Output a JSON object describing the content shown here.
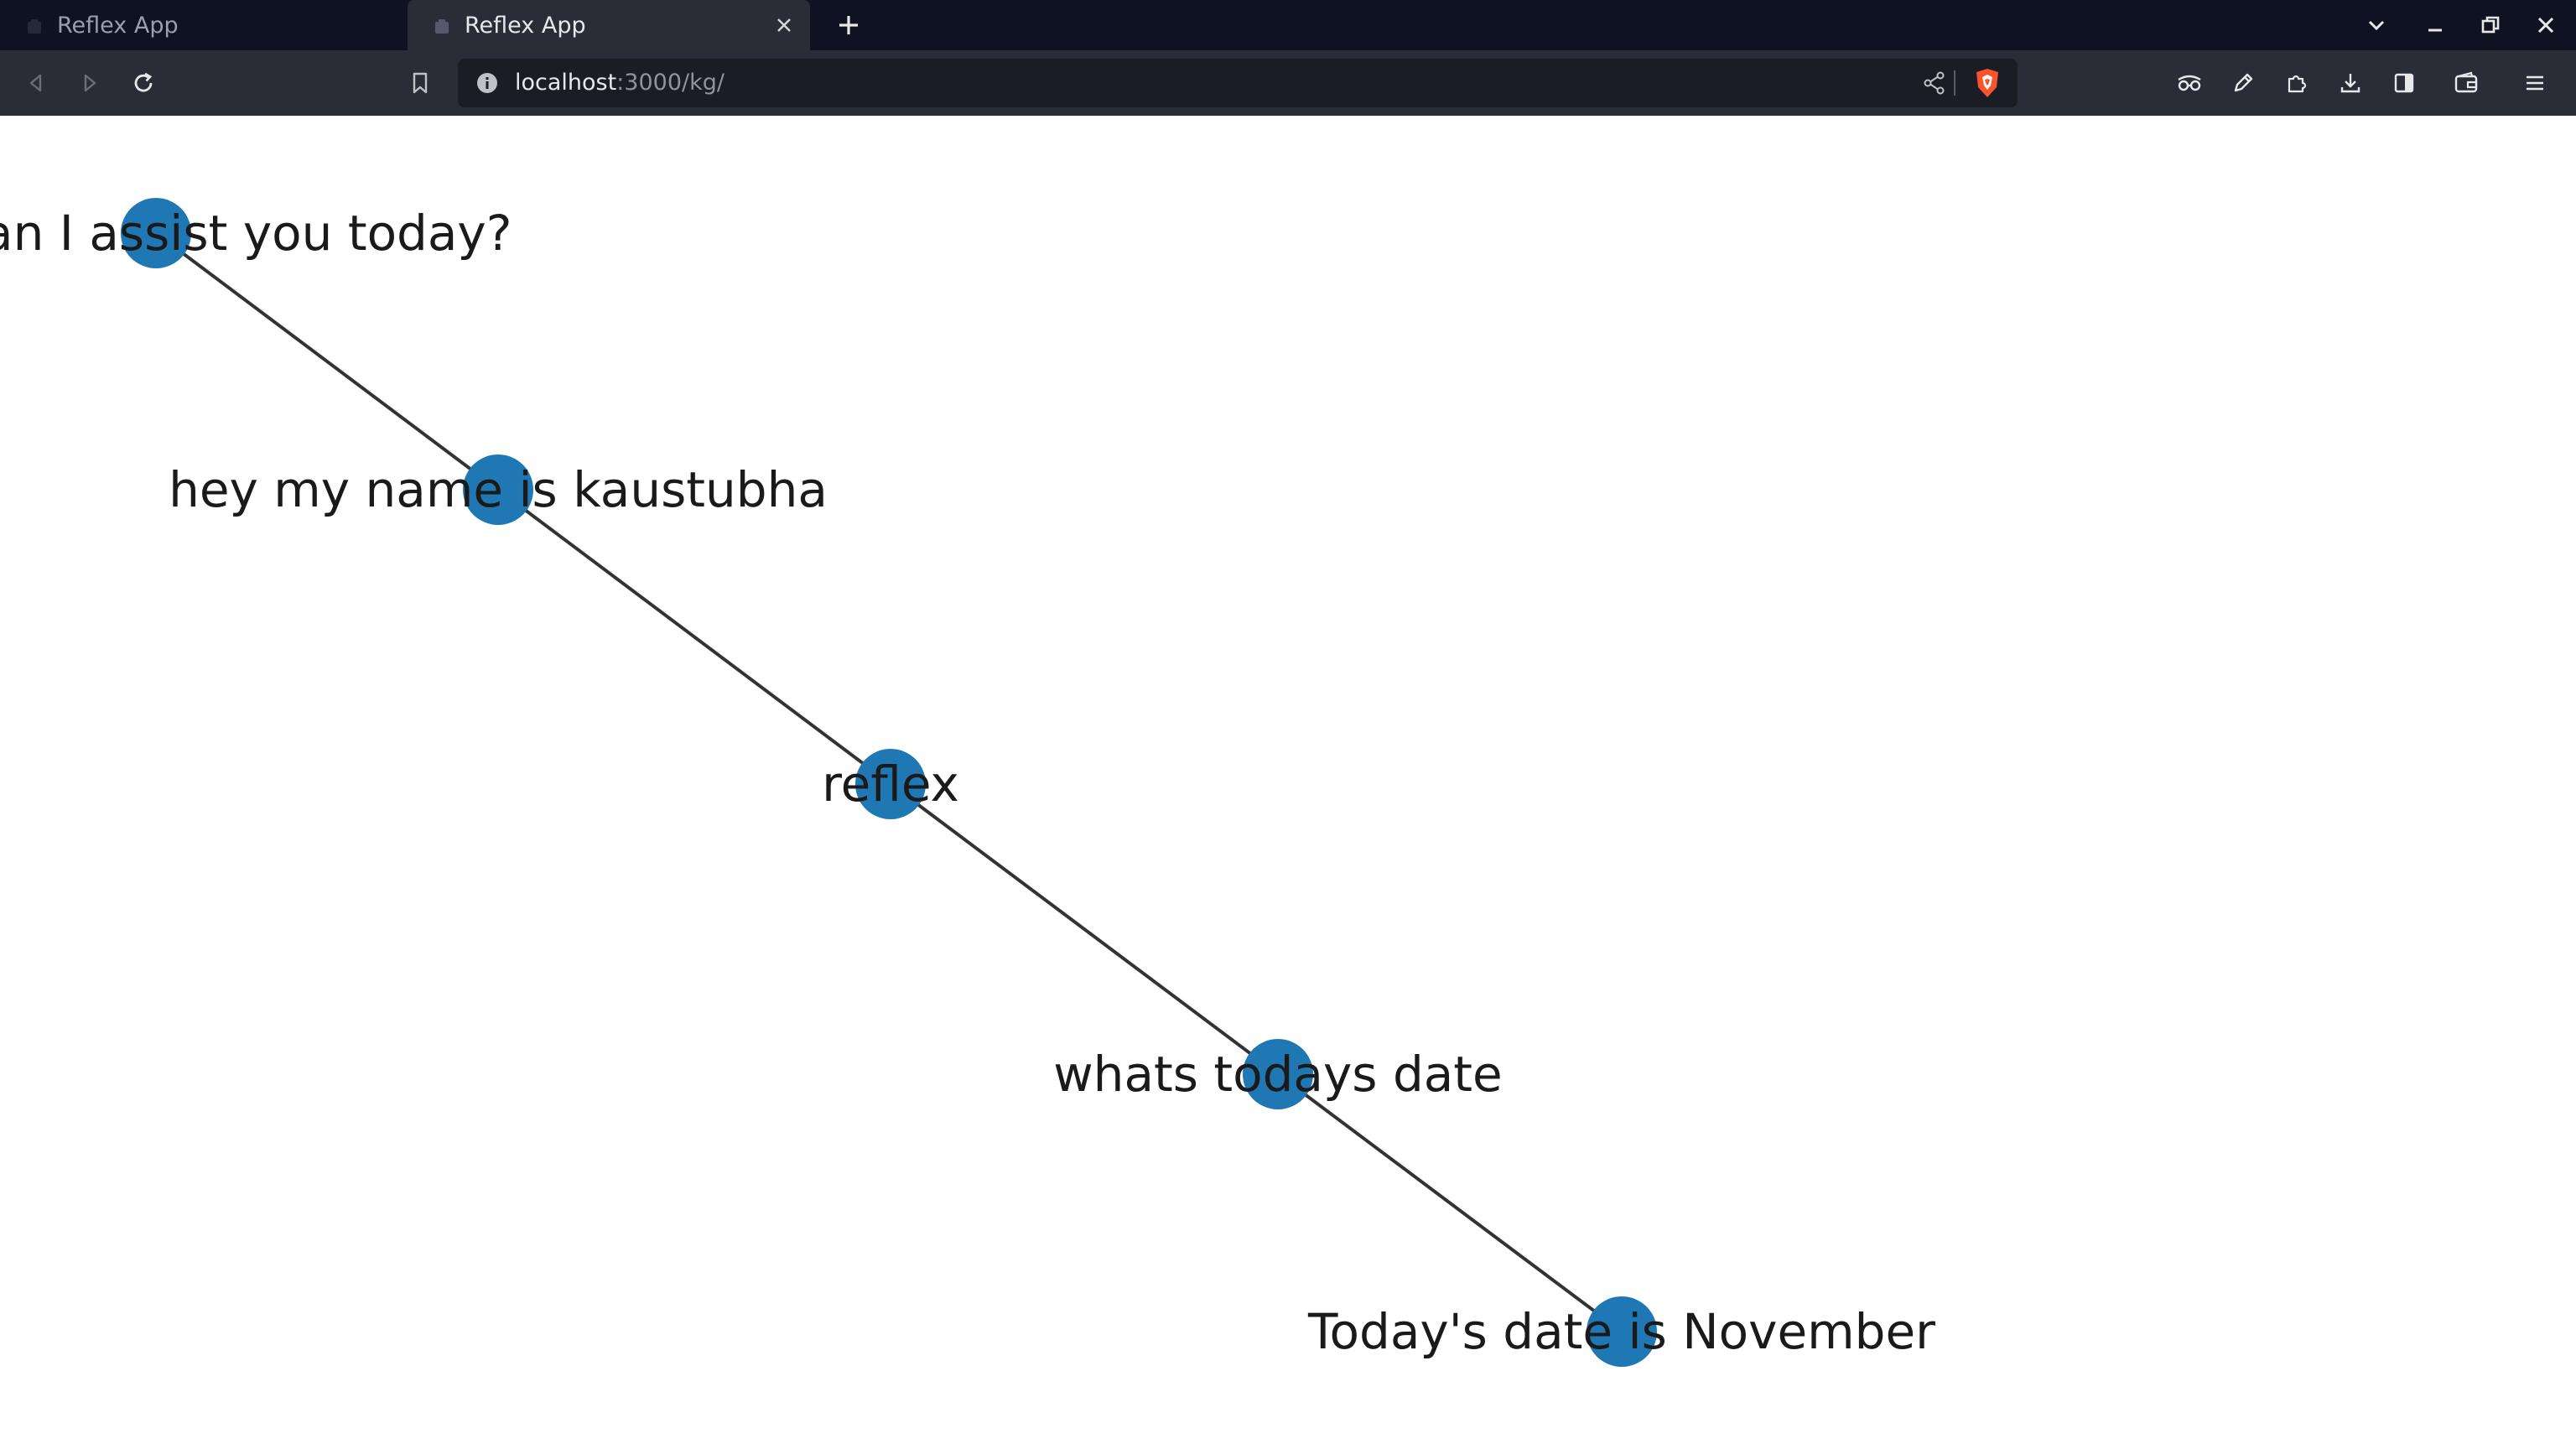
{
  "browser": {
    "tabs": [
      {
        "label": "Reflex App",
        "active": false
      },
      {
        "label": "Reflex App",
        "active": true
      }
    ],
    "address": {
      "host": "localhost",
      "path": ":3000/kg/"
    }
  },
  "icons": {
    "tab_close": "close-icon",
    "new_tab": "plus-icon",
    "tab_list": "chevron-down-icon",
    "minimize": "minimize-icon",
    "restore": "restore-icon",
    "close": "close-icon",
    "back": "back-arrow-icon",
    "forward": "forward-arrow-icon",
    "reload": "reload-icon",
    "bookmark": "bookmark-icon",
    "site_info": "info-icon",
    "share": "share-icon",
    "brave_shield": "brave-shield-icon",
    "private": "private-window-icon",
    "pen": "pen-icon",
    "extensions": "puzzle-icon",
    "downloads": "download-icon",
    "sidebar": "sidebar-icon",
    "wallet": "wallet-icon",
    "menu": "hamburger-menu-icon"
  },
  "graph": {
    "node_color": "#1f77b4",
    "edge_color": "#333333",
    "nodes": [
      {
        "id": "n1",
        "label": "! How can I assist you today?"
      },
      {
        "id": "n2",
        "label": "hey my name is kaustubha"
      },
      {
        "id": "n3",
        "label": "reflex"
      },
      {
        "id": "n4",
        "label": "whats todays date"
      },
      {
        "id": "n5",
        "label": "Today's date is November"
      }
    ],
    "edges": [
      [
        "n1",
        "n2"
      ],
      [
        "n2",
        "n3"
      ],
      [
        "n3",
        "n4"
      ],
      [
        "n4",
        "n5"
      ]
    ]
  }
}
